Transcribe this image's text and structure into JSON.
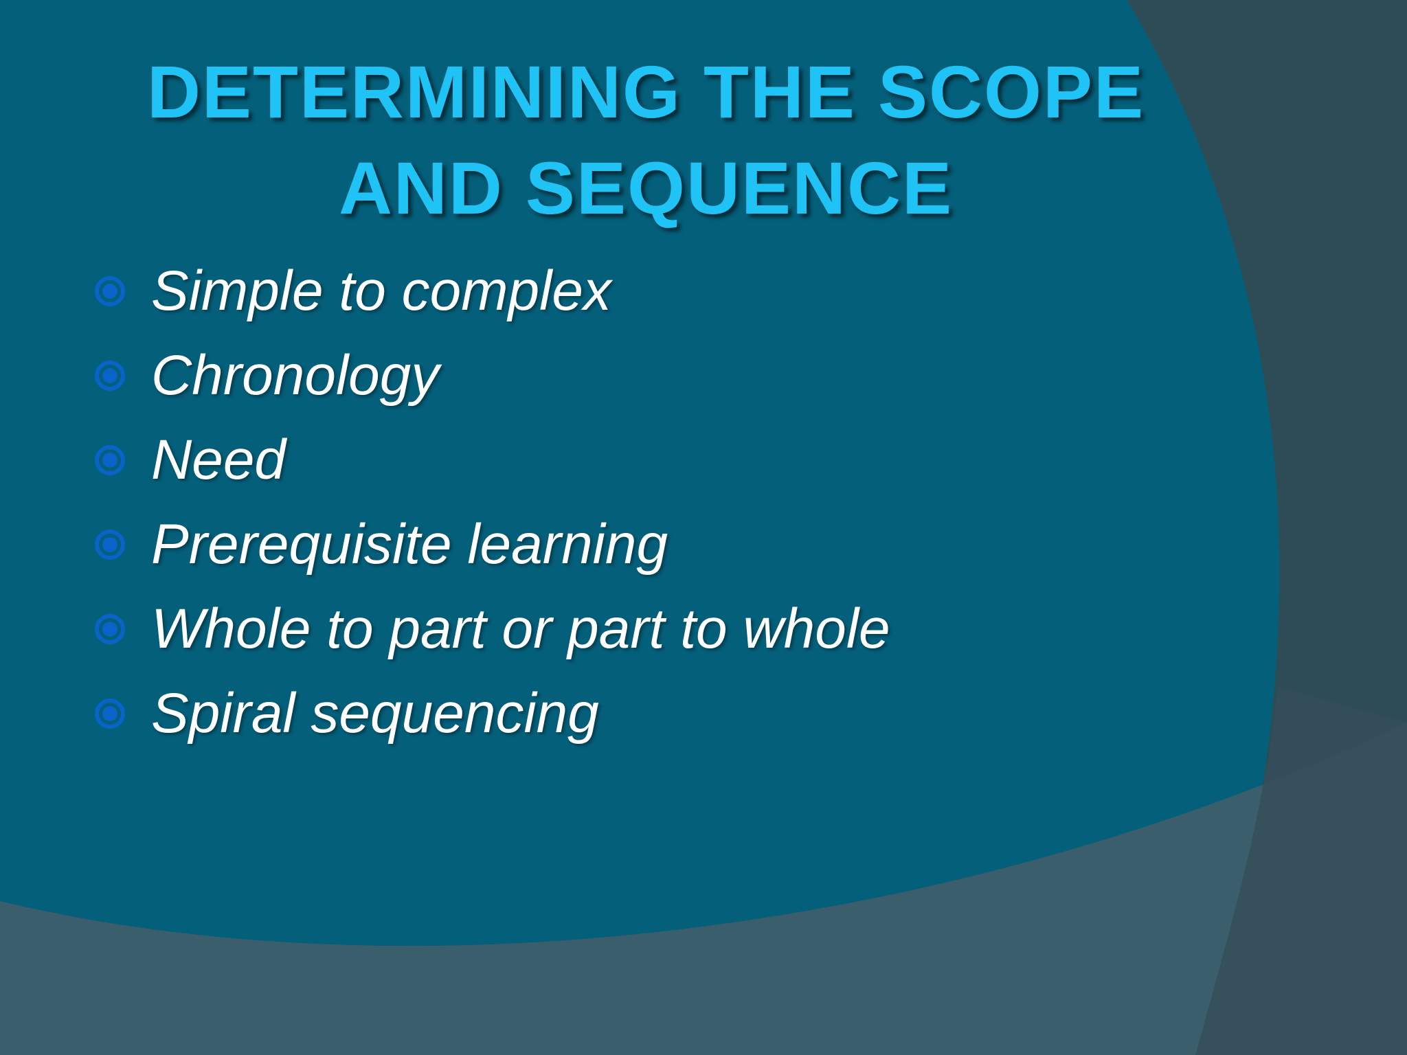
{
  "slide": {
    "title_lines": [
      "DETERMINING THE SCOPE",
      "AND SEQUENCE"
    ],
    "bullets": [
      "Simple to complex",
      "Chronology",
      "Need",
      "Prerequisite learning",
      "Whole to part or part to whole",
      "Spiral sequencing"
    ],
    "bullet_icon": "circled-dot-icon"
  },
  "colors": {
    "background_main": "#045f7a",
    "background_outer": "#3a5660",
    "title": "#1fc3f5",
    "bullet_text": "#ffffff",
    "bullet_icon": "#0a63c8"
  }
}
